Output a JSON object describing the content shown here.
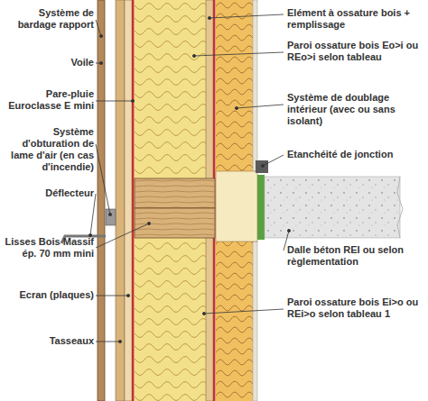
{
  "diagram": {
    "labels": [
      "Système de bardage rapport",
      "Voile",
      "Pare-pluie Euroclasse E mini",
      "Système d'obturation de lame d'air (en cas d'incendie)",
      "Déflecteur",
      "Lisses Bois Massif ép. 70 mm mini",
      "Ecran (plaques)",
      "Tasseaux",
      "Elément à ossature bois + remplissage",
      "Paroi ossature bois Eo>i ou REo>i selon tableau",
      "Système de doublage intérieur (avec ou sans isolant)",
      "Etanchéité de jonction",
      "Dalle béton REI ou selon règlementation",
      "Paroi ossature bois Ei>o ou REi>o selon tableau 1"
    ]
  }
}
